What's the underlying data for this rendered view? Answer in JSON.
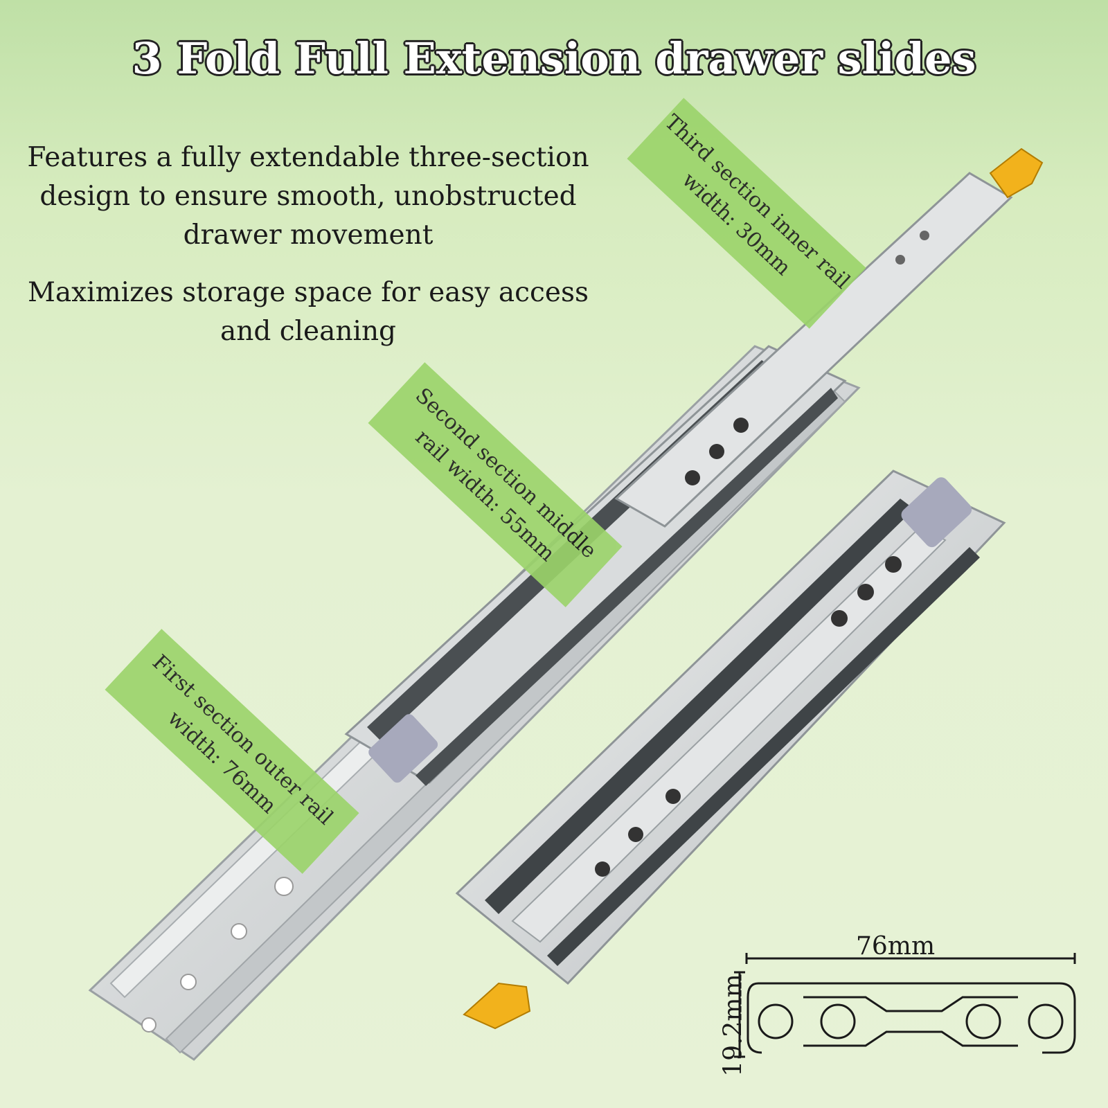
{
  "title": "3 Fold Full Extension drawer slides",
  "features": [
    "Features a fully extendable three-section design to ensure smooth, unobstructed drawer movement",
    "Maximizes storage space for easy access and cleaning"
  ],
  "callouts": {
    "third": {
      "line1": "Third section inner rail",
      "line2": "width: 30mm"
    },
    "second": {
      "line1": "Second section middle",
      "line2": "rail width: 55mm"
    },
    "first": {
      "line1": "First section outer rail",
      "line2": "width: 76mm"
    }
  },
  "profile": {
    "width_label": "76mm",
    "height_label": "19.2mm"
  },
  "colors": {
    "callout_green": "#9bd46a",
    "tab_yellow": "#f2b21c",
    "rail_silver": "#d9dcdd"
  }
}
